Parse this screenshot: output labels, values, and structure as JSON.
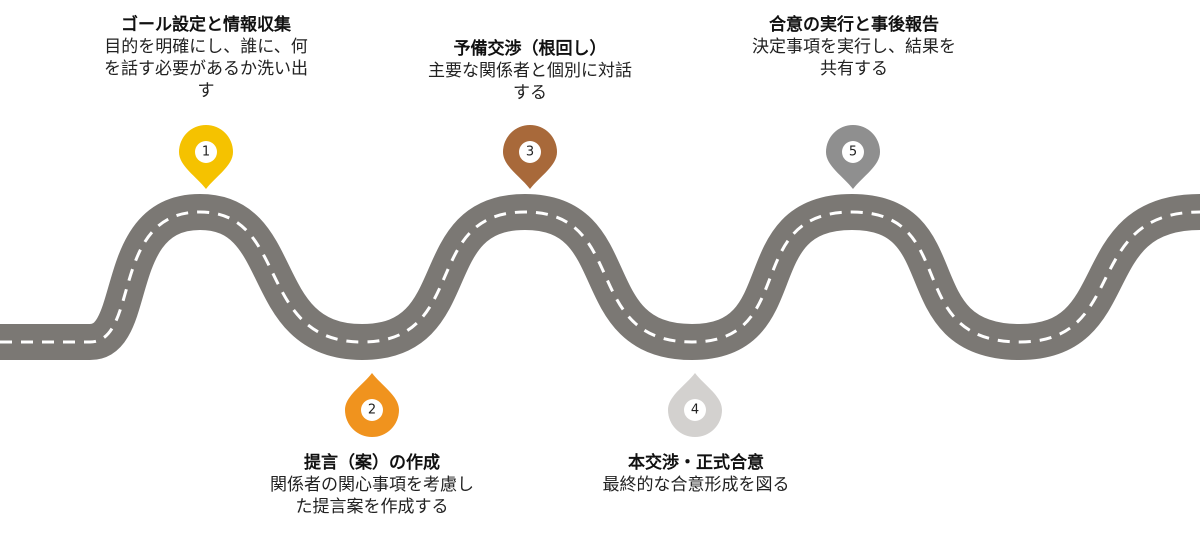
{
  "steps": [
    {
      "number": "1",
      "title": "ゴール設定と情報収集",
      "description": "目的を明確にし、誰に、何を話す必要があるか洗い出す",
      "color": "#F5C200"
    },
    {
      "number": "2",
      "title": "提言（案）の作成",
      "description": "関係者の関心事項を考慮した提言案を作成する",
      "color": "#F0931E"
    },
    {
      "number": "3",
      "title": "予備交渉（根回し）",
      "description": "主要な関係者と個別に対話する",
      "color": "#A8693A"
    },
    {
      "number": "4",
      "title": "本交渉・正式合意",
      "description": "最終的な合意形成を図る",
      "color": "#D3D1CF"
    },
    {
      "number": "5",
      "title": "合意の実行と事後報告",
      "description": "決定事項を実行し、結果を共有する",
      "color": "#8F8F8F"
    }
  ],
  "road": {
    "asphalt_color": "#7B7874",
    "line_color": "#FFFFFF"
  }
}
